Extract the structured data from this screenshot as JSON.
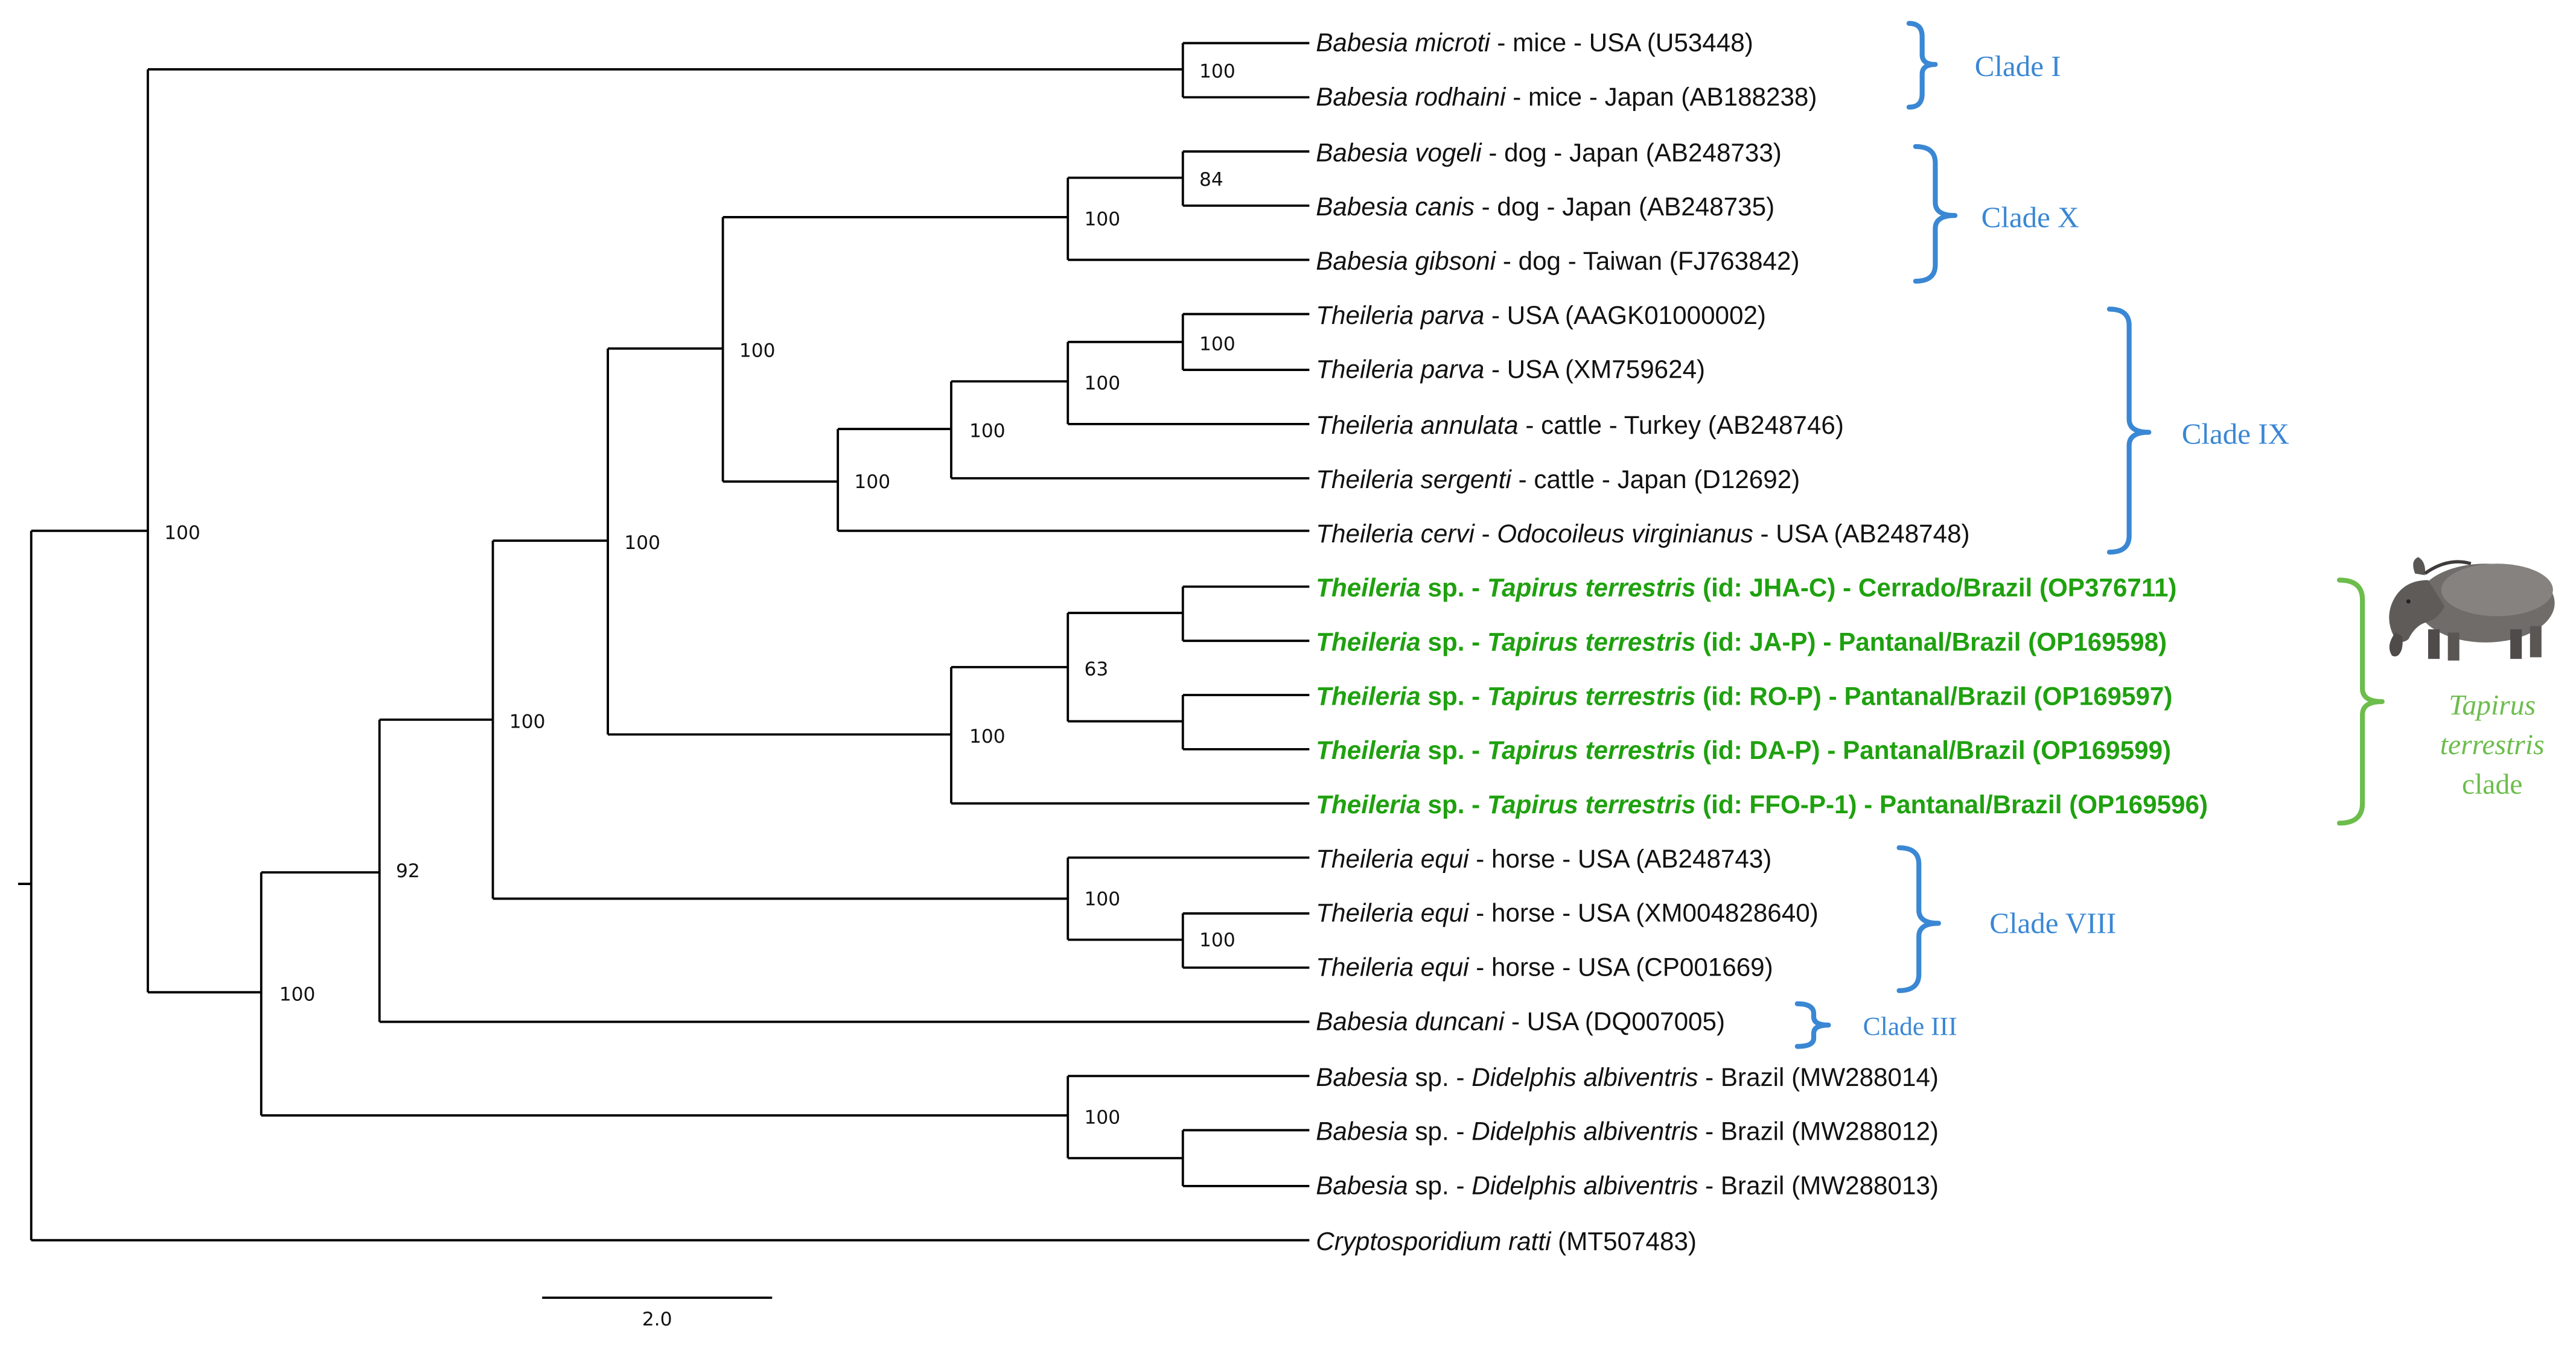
{
  "colors": {
    "clade_blue": "#3a87d4",
    "tapirus_green": "#1fa10f",
    "tapirus_label_green": "#6cbd4c"
  },
  "tips": [
    {
      "genus": "Babesia microti",
      "rest": " - mice - USA (U53448)"
    },
    {
      "genus": "Babesia rodhaini",
      "rest": " - mice - Japan (AB188238)"
    },
    {
      "genus": "Babesia vogeli",
      "rest": " - dog - Japan (AB248733)"
    },
    {
      "genus": "Babesia canis",
      "rest": " - dog - Japan (AB248735)"
    },
    {
      "genus": "Babesia gibsoni",
      "rest": " - dog - Taiwan (FJ763842)"
    },
    {
      "genus": "Theileria parva",
      "rest": " - USA (AAGK01000002)"
    },
    {
      "genus": "Theileria parva",
      "rest": " - USA (XM759624)"
    },
    {
      "genus": "Theileria annulata",
      "rest": " - cattle - Turkey (AB248746)"
    },
    {
      "genus": "Theileria sergenti",
      "rest": " - cattle - Japan (D12692)"
    },
    {
      "genus": "Theileria cervi",
      "mid": " - ",
      "host": "Odocoileus virginianus",
      "rest": " - USA (AB248748)"
    },
    {
      "genus": "Theileria",
      "mid": " sp. - ",
      "host": "Tapirus terrestris",
      "rest": " (id: JHA-C) - Cerrado/Brazil (OP376711)",
      "green": true
    },
    {
      "genus": "Theileria",
      "mid": " sp. - ",
      "host": "Tapirus terrestris",
      "rest": " (id: JA-P) - Pantanal/Brazil (OP169598)",
      "green": true
    },
    {
      "genus": "Theileria",
      "mid": " sp. - ",
      "host": "Tapirus terrestris",
      "rest": " (id: RO-P) - Pantanal/Brazil (OP169597)",
      "green": true
    },
    {
      "genus": "Theileria",
      "mid": " sp. - ",
      "host": "Tapirus terrestris",
      "rest": " (id: DA-P) - Pantanal/Brazil (OP169599)",
      "green": true
    },
    {
      "genus": "Theileria",
      "mid": " sp. - ",
      "host": "Tapirus terrestris",
      "rest": " (id: FFO-P-1) - Pantanal/Brazil (OP169596)",
      "green": true
    },
    {
      "genus": "Theileria equi",
      "rest": " - horse - USA (AB248743)"
    },
    {
      "genus": "Theileria equi",
      "rest": " - horse - USA (XM004828640)"
    },
    {
      "genus": "Theileria equi",
      "rest": " - horse - USA (CP001669)"
    },
    {
      "genus": "Babesia duncani",
      "rest": " - USA (DQ007005)"
    },
    {
      "genus": "Babesia",
      "mid": " sp. - ",
      "host": "Didelphis albiventris",
      "rest": " - Brazil (MW288014)"
    },
    {
      "genus": "Babesia",
      "mid": " sp. - ",
      "host": "Didelphis albiventris",
      "rest": " - Brazil (MW288012)"
    },
    {
      "genus": "Babesia",
      "mid": " sp. - ",
      "host": "Didelphis albiventris",
      "rest": " - Brazil (MW288013)"
    },
    {
      "genus": "Cryptosporidium ratti",
      "rest": " (MT507483)"
    }
  ],
  "support_values": [
    "100",
    "84",
    "100",
    "100",
    "100",
    "100",
    "100",
    "100",
    "63",
    "100",
    "100",
    "100",
    "100",
    "100",
    "92",
    "100",
    "100",
    "100"
  ],
  "clades": {
    "clade_i": "Clade I",
    "clade_x": "Clade X",
    "clade_ix": "Clade IX",
    "clade_viii": "Clade VIII",
    "clade_iii": "Clade III"
  },
  "tapirus_clade": [
    "Tapirus",
    "terrestris",
    "clade"
  ],
  "scale_bar": {
    "label": "2.0"
  }
}
